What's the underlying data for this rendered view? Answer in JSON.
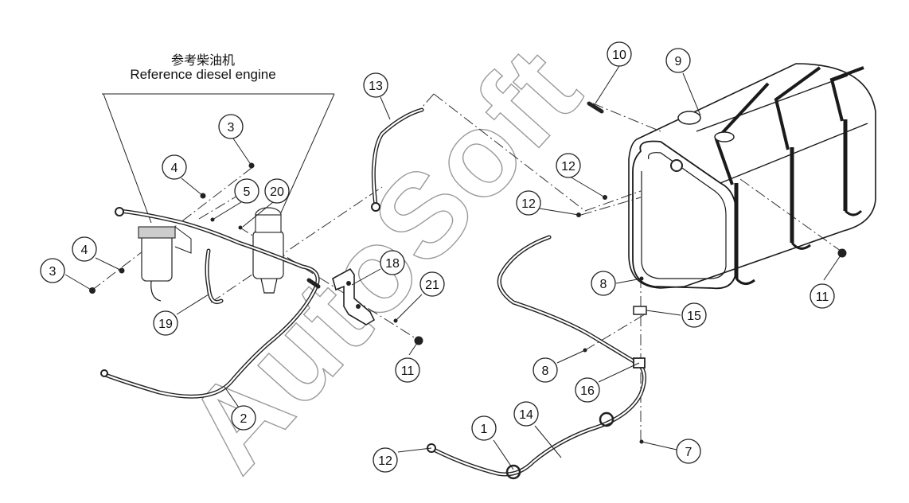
{
  "reference_label": {
    "chinese": "参考柴油机",
    "english": "Reference diesel engine"
  },
  "watermark": "AutoSoft",
  "callouts": [
    "10",
    "9",
    "3",
    "13",
    "4",
    "5",
    "20",
    "12",
    "12",
    "4",
    "3",
    "18",
    "21",
    "8",
    "15",
    "11",
    "19",
    "11",
    "8",
    "16",
    "2",
    "14",
    "1",
    "12",
    "7"
  ]
}
